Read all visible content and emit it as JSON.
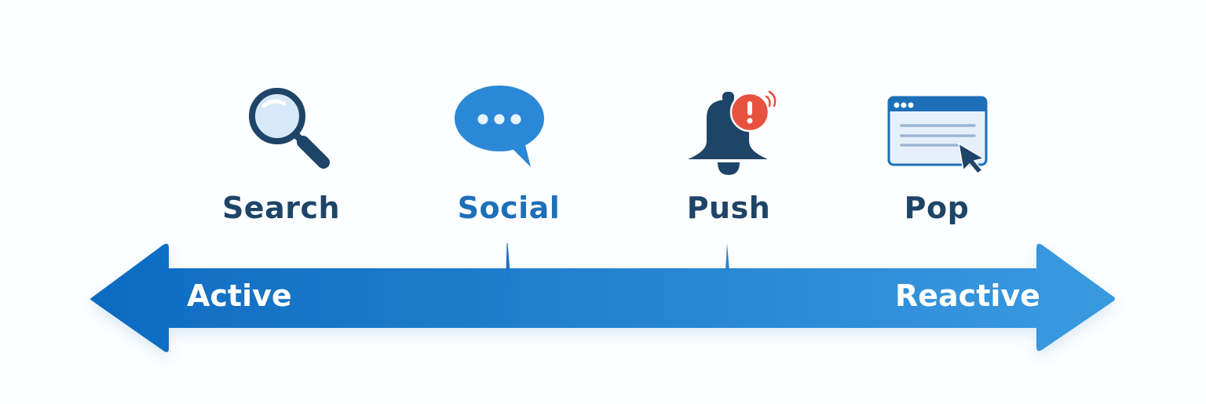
{
  "diagram": {
    "title": "",
    "colors": {
      "dark_navy": "#1e4467",
      "social_blue": "#1d6fb8",
      "arrow_start": "#0d6bc1",
      "arrow_end": "#3a9ae0",
      "alert_red": "#e8503f",
      "bubble_blue": "#2b88d6",
      "window_light": "#e6f0fb",
      "window_lines": "#9bb5d2",
      "lens_light": "#d7e8fa",
      "background": "#fdfeff"
    },
    "items": [
      {
        "label": "Search",
        "icon": "magnifying-glass-icon",
        "color": "#1e4467"
      },
      {
        "label": "Social",
        "icon": "speech-bubble-icon",
        "color": "#1d6fb8"
      },
      {
        "label": "Push",
        "icon": "notification-bell-icon",
        "color": "#1e4467"
      },
      {
        "label": "Pop",
        "icon": "popup-window-icon",
        "color": "#1e4467"
      }
    ],
    "axis": {
      "type": "double-headed-arrow",
      "left_label": "Active",
      "right_label": "Reactive",
      "tick_marks": 2
    }
  }
}
